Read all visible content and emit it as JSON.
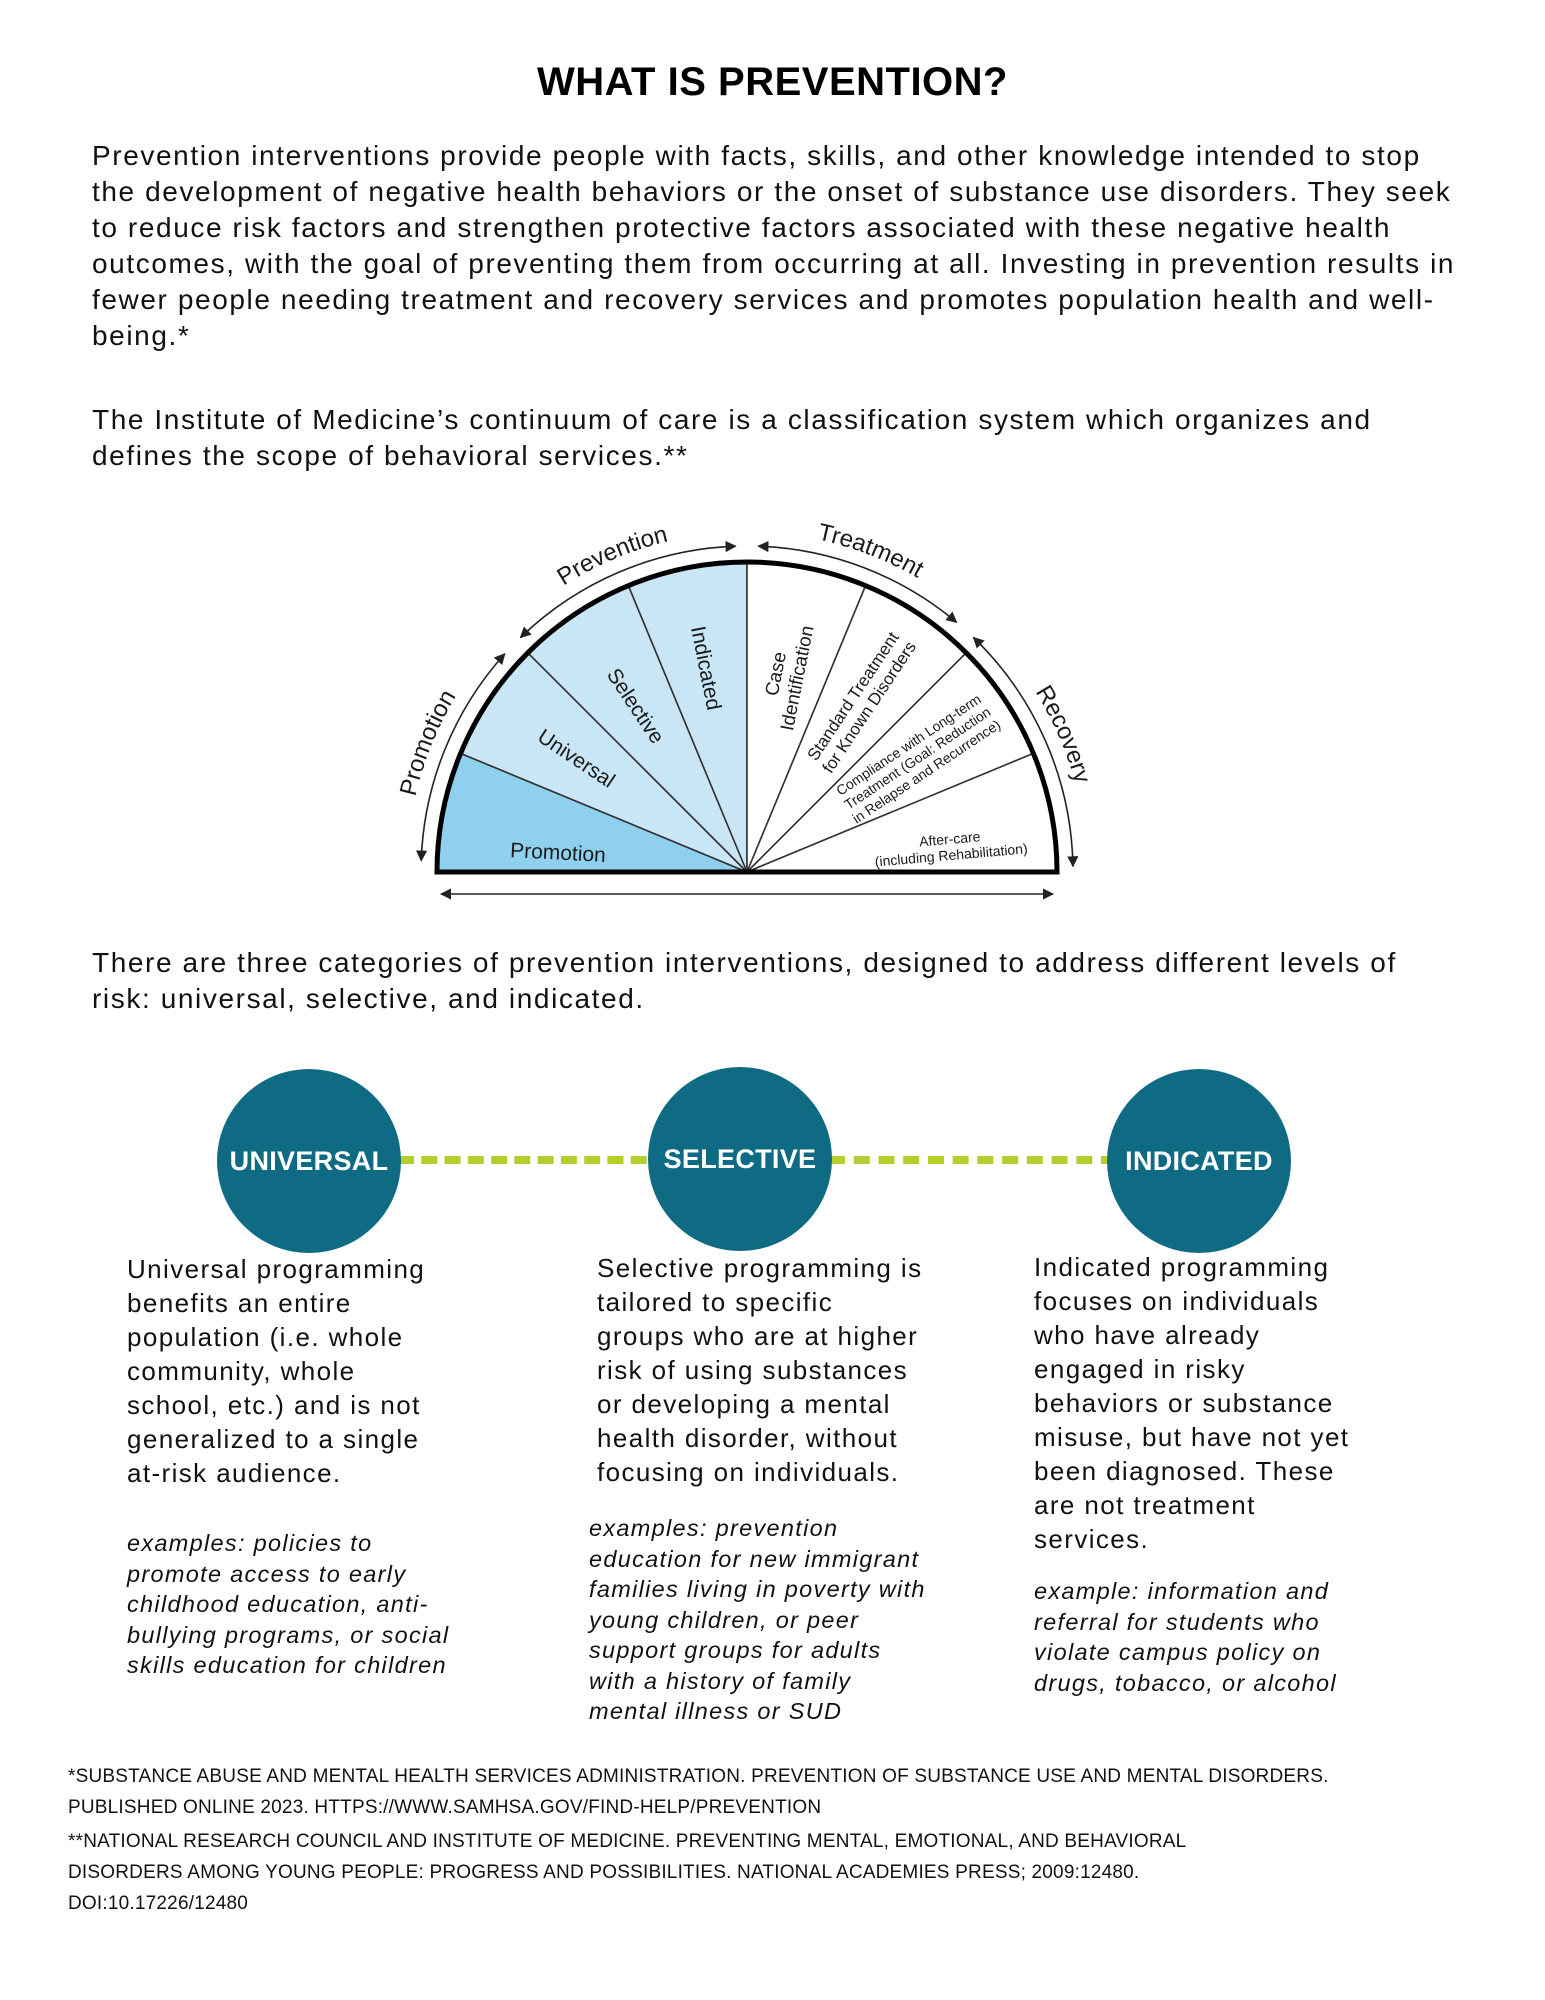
{
  "title": "WHAT IS PREVENTION?",
  "intro": {
    "paragraph1": "Prevention interventions provide people with facts, skills, and other knowledge intended to stop the development of negative health behaviors or the onset of substance use disorders. They seek to reduce risk factors and strengthen protective factors associated with these negative health outcomes, with the goal of preventing them from occurring at all. Investing in prevention results in fewer people needing treatment and recovery services and promotes population health and well-being.*",
    "paragraph2": "The Institute of Medicine’s continuum of care is a classification system which organizes and defines the scope of behavioral services.**"
  },
  "continuum": {
    "arc_labels": {
      "promotion": "Promotion",
      "prevention": "Prevention",
      "treatment": "Treatment",
      "recovery": "Recovery"
    },
    "segments": [
      {
        "lines": [
          "Promotion"
        ],
        "fill": "#8fd0ee"
      },
      {
        "lines": [
          "Universal"
        ],
        "fill": "#c8e6f5"
      },
      {
        "lines": [
          "Selective"
        ],
        "fill": "#c8e6f5"
      },
      {
        "lines": [
          "Indicated"
        ],
        "fill": "#c8e6f5"
      },
      {
        "lines": [
          "Case",
          "Identification"
        ],
        "fill": "#ffffff"
      },
      {
        "lines": [
          "Standard Treatment",
          "for Known Disorders"
        ],
        "fill": "#ffffff"
      },
      {
        "lines": [
          "Compliance with Long-term",
          "Treatment (Goal: Reduction",
          "in Relapse and Recurrence)"
        ],
        "fill": "#ffffff"
      },
      {
        "lines": [
          "After-care",
          "(including Rehabilitation)"
        ],
        "fill": "#ffffff"
      }
    ]
  },
  "categories_intro": "There are three categories of prevention interventions, designed to address different levels of risk: universal, selective, and indicated.",
  "categories": [
    {
      "label": "UNIVERSAL",
      "description": [
        "Universal programming",
        "benefits an entire",
        "population (i.e. whole",
        "community, whole",
        "school, etc.) and is not",
        "generalized to a single",
        "at-risk audience."
      ],
      "examples": [
        "examples: policies to",
        "promote access to early",
        "childhood education, anti-",
        "bullying programs, or social",
        "skills education for children"
      ]
    },
    {
      "label": "SELECTIVE",
      "description": [
        "Selective programming is",
        "tailored to specific",
        "groups who are at higher",
        "risk of using substances",
        "or developing a mental",
        "health disorder, without",
        "focusing on individuals."
      ],
      "examples": [
        "examples: prevention",
        "education for new immigrant",
        "families living in poverty with",
        "young children, or peer",
        "support groups for adults",
        "with a history of family",
        "mental illness or SUD"
      ]
    },
    {
      "label": "INDICATED",
      "description": [
        "Indicated programming",
        "focuses on individuals",
        "who have already",
        "engaged in risky",
        "behaviors or substance",
        "misuse, but have not yet",
        "been diagnosed. These",
        "are not treatment",
        "services."
      ],
      "examples": [
        "example: information and",
        "referral for students who",
        "violate campus policy on",
        "drugs, tobacco, or alcohol"
      ]
    }
  ],
  "colors": {
    "circle": "#0f6a83",
    "connector": "#b3cf2e",
    "promotion_fill": "#8fd0ee",
    "prevention_fill": "#c8e6f5"
  },
  "references": {
    "ref1": [
      "*SUBSTANCE ABUSE AND MENTAL HEALTH SERVICES ADMINISTRATION. PREVENTION OF SUBSTANCE USE AND MENTAL DISORDERS.",
      "PUBLISHED ONLINE 2023. HTTPS://WWW.SAMHSA.GOV/FIND-HELP/PREVENTION"
    ],
    "ref2": [
      "**NATIONAL RESEARCH COUNCIL AND INSTITUTE OF MEDICINE. PREVENTING MENTAL, EMOTIONAL, AND BEHAVIORAL",
      "DISORDERS AMONG YOUNG PEOPLE: PROGRESS AND POSSIBILITIES. NATIONAL ACADEMIES PRESS; 2009:12480.",
      "DOI:10.17226/12480"
    ]
  }
}
